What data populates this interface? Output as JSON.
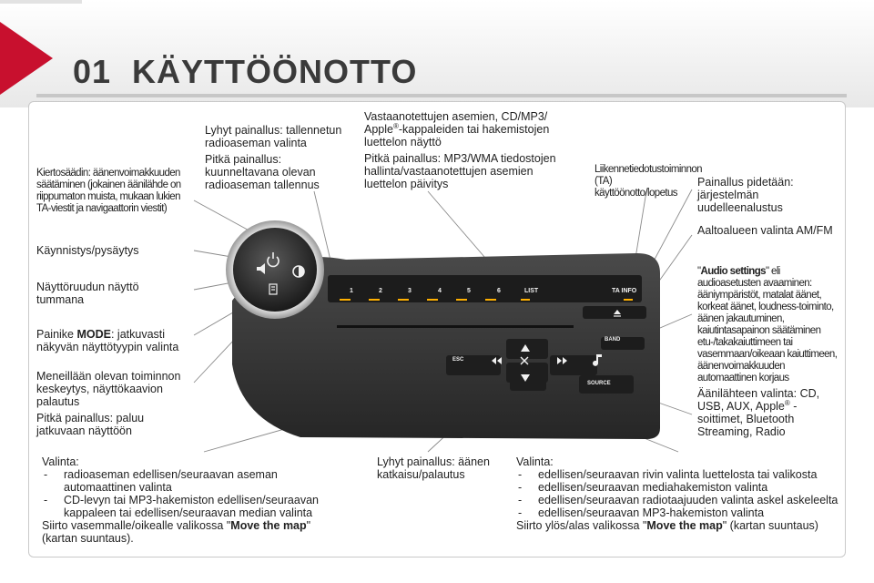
{
  "header": {
    "chapter_number": "01",
    "chapter_title": "KÄYTTÖÖNOTTO"
  },
  "left": {
    "knob": "Kiertosäädin: äänenvoimakkuuden säätäminen (jokainen äänilähde on riippumaton muista, mukaan lukien TA-viestit ja navigaattorin viestit)",
    "power": "Käynnistys/pysäytys",
    "dim": "Näyttöruudun näyttö tummana",
    "mode_prefix": "Painike ",
    "mode_bold": "MODE",
    "mode_suffix": ": jatkuvasti näkyvän näyttötyypin valinta",
    "esc_1": "Meneillään olevan toiminnon keskeytys, näyttökaavion palautus",
    "esc_2": "Pitkä painallus: paluu jatkuvaan näyttöön"
  },
  "top": {
    "presets_1": "Lyhyt painallus: tallennetun radioaseman valinta",
    "presets_2": "Pitkä painallus: kuunneltavana olevan radioaseman tallennus",
    "list_1a": "Vastaanotettujen asemien, CD/MP3/ Apple",
    "list_1_reg": "®",
    "list_1b": "-kappaleiden tai hakemistojen luettelon näyttö",
    "list_2": "Pitkä painallus: MP3/WMA tiedostojen hallinta/vastaanotettujen asemien luettelon päivitys",
    "ta": "Liikennetiedotustoiminnon (TA) käyttöönotto/lopetus"
  },
  "right": {
    "eject": "Painallus pidetään: järjestelmän uudelleenalustus",
    "band": "Aaltoalueen valinta AM/FM",
    "audio_open": "\"",
    "audio_bold": "Audio settings",
    "audio_rest": "\" eli audioasetusten avaaminen: ääniympäristöt, matalat äänet, korkeat äänet, loudness-toiminto, äänen jakautuminen, kaiutintasapainon säätäminen etu-/takakaiuttimeen tai vasemmaan/oikeaan kaiuttimeen, äänenvoimakkuuden automaattinen korjaus",
    "source_1": "Äänilähteen valinta: CD, USB, AUX, Apple",
    "source_reg": "®",
    "source_2": " -soittimet, Bluetooth Streaming, Radio"
  },
  "bottom_left": {
    "heading": "Valinta:",
    "items": [
      "radioaseman edellisen/seuraavan aseman automaattinen valinta",
      "CD-levyn tai MP3-hakemiston edellisen/seuraavan kappaleen tai edellisen/seuraavan median valinta"
    ],
    "footer_prefix": "Siirto vasemmalle/oikealle valikossa \"",
    "footer_bold": "Move the map",
    "footer_suffix": "\" (kartan suuntaus)."
  },
  "bottom_mid": {
    "text": "Lyhyt painallus: äänen katkaisu/palautus"
  },
  "bottom_right": {
    "heading": "Valinta:",
    "items": [
      "edellisen/seuraavan rivin valinta luettelosta tai valikosta",
      "edellisen/seuraavan mediahakemiston valinta",
      "edellisen/seuraavan radiotaajuuden valinta askel askeleelta",
      "edellisen/seuraavan MP3-hakemiston valinta"
    ],
    "footer_prefix": "Siirto ylös/alas valikossa \"",
    "footer_bold": "Move the map",
    "footer_suffix": "\" (kartan suuntaus)"
  },
  "radio": {
    "presets": [
      "1",
      "2",
      "3",
      "4",
      "5",
      "6"
    ],
    "list_label": "LIST",
    "ta_label": "TA INFO",
    "band_label": "BAND",
    "esc_label": "ESC",
    "source_label": "SOURCE"
  },
  "list_dash": "-",
  "colors": {
    "header_triangle": "#c8102e",
    "header_text": "#3a3a3a",
    "unit_body": "#3a3a3a",
    "callout_line": "#8a8a8a"
  }
}
